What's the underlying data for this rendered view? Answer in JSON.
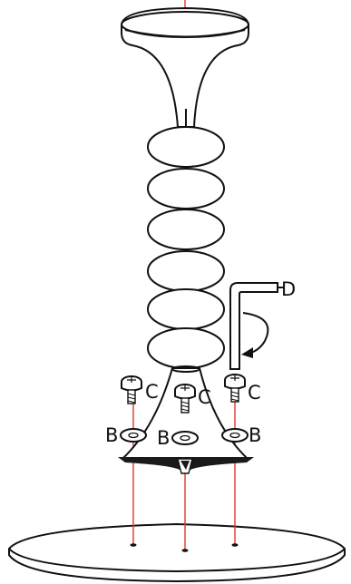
{
  "labels": {
    "screw_left": "C",
    "screw_center": "C",
    "screw_right": "C",
    "washer_left": "B",
    "washer_center": "B",
    "washer_right": "B",
    "key": "D"
  },
  "colors": {
    "ink": "#111111",
    "guide": "#e8322d",
    "base_plate": "#1a1a1a"
  },
  "icons": {
    "rotation": "curved-arrow-icon"
  }
}
